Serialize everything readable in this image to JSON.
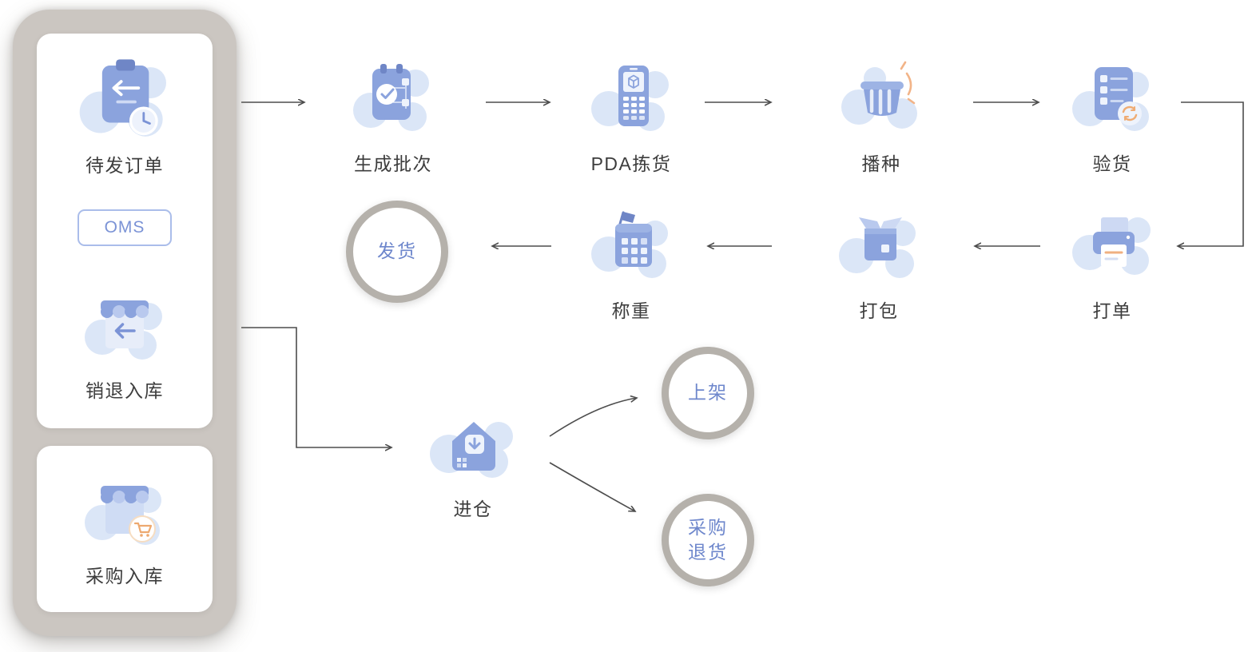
{
  "colors": {
    "icon_blue": "#8ba3dd",
    "icon_blue_dark": "#6f86c6",
    "icon_blue_light": "#b9c9ee",
    "cloud": "#dbe6f7",
    "accent_orange": "#f0b080",
    "text": "#3d3d3d",
    "blue_text": "#6e87cc",
    "circle_border": "#b5b1ab",
    "panel_gray": "#cbc6c1",
    "arrow": "#4d4d4d"
  },
  "panel": {
    "pending_orders": {
      "label": "待发订单",
      "icon": "clipboard-return-clock-icon"
    },
    "oms_badge": "OMS",
    "sales_return": {
      "label": "销退入库",
      "icon": "store-return-icon"
    },
    "purchase_inbound": {
      "label": "采购入库",
      "icon": "store-cart-icon"
    }
  },
  "flow": {
    "generate_batch": {
      "label": "生成批次",
      "icon": "batch-board-icon"
    },
    "pda_picking": {
      "label": "PDA拣货",
      "icon": "pda-device-icon"
    },
    "seeding": {
      "label": "播种",
      "icon": "basket-icon"
    },
    "inspection": {
      "label": "验货",
      "icon": "checklist-icon"
    },
    "print_order": {
      "label": "打单",
      "icon": "printer-icon"
    },
    "packing": {
      "label": "打包",
      "icon": "package-box-icon"
    },
    "weighing": {
      "label": "称重",
      "icon": "scale-icon"
    },
    "shipping": {
      "label": "发货"
    },
    "inbound": {
      "label": "进仓",
      "icon": "warehouse-house-icon"
    },
    "shelving": {
      "label": "上架"
    },
    "purchase_return": {
      "label": "采购退货"
    }
  }
}
